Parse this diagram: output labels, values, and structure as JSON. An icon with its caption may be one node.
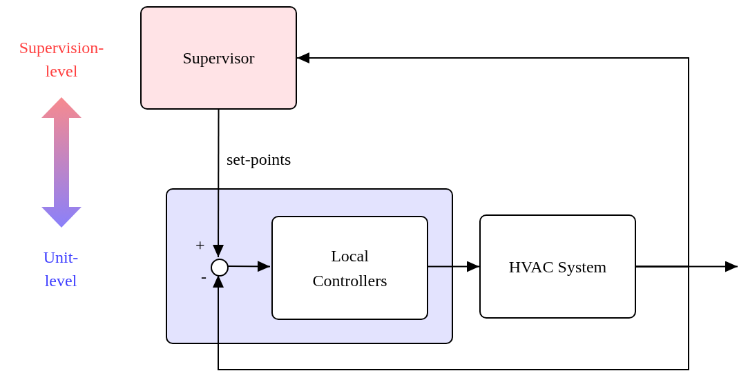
{
  "diagram": {
    "nodes": [
      {
        "text": [
          "Supervisor"
        ]
      },
      {
        "text": [],
        "shape": "box"
      },
      {
        "text": [],
        "shape": "circle",
        "in": 1,
        "beside": [
          "+",
          "-"
        ]
      },
      {
        "text": [
          "Local Controllers"
        ],
        "in": 1
      },
      {
        "text": [
          "HVAC System"
        ]
      }
    ],
    "edges": [
      {
        "from": 0,
        "to": 2,
        "arrow": "to",
        "label": "set-points"
      },
      {
        "from": 2,
        "to": 3,
        "arrow": "to"
      },
      {
        "from": 3,
        "to": 4,
        "arrow": "to"
      },
      {
        "from": 4,
        "to": null,
        "arrow": "to"
      },
      {
        "from": 4,
        "to": 0,
        "arrow": "to"
      },
      {
        "from": 4,
        "to": 2,
        "arrow": "to"
      }
    ],
    "labels": [
      "Supervision- level",
      "Unit- level"
    ]
  }
}
